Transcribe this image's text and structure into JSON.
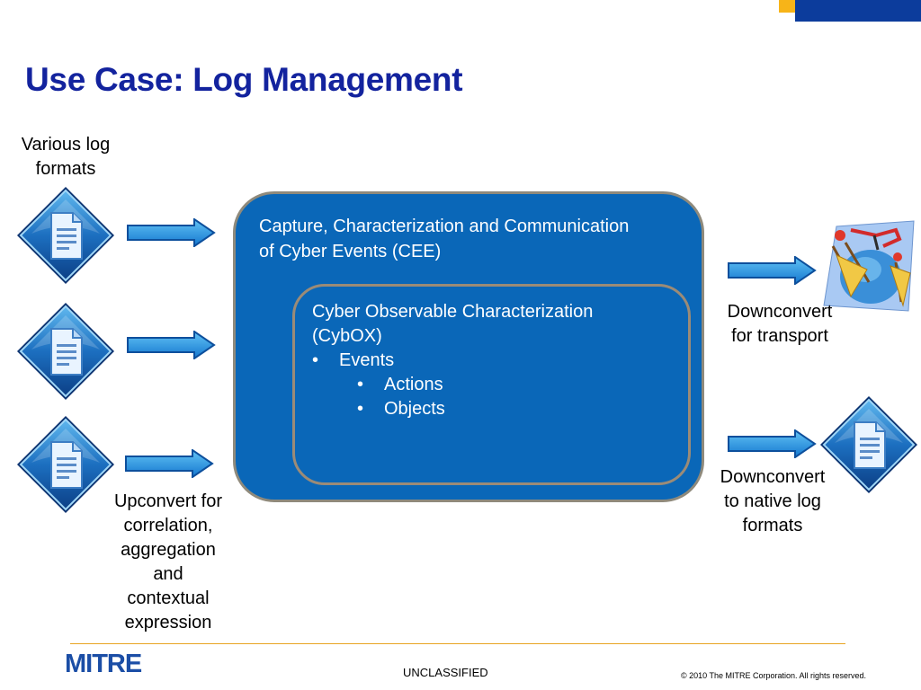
{
  "colors": {
    "title": "#13239e",
    "cee_fill": "#0a67b8",
    "box_border": "#8f8a7c",
    "arrow_fill": "#1a8ee0",
    "top_bar": "#0c3c9c",
    "top_accent": "#f7b418",
    "footer_line": "#e8a422"
  },
  "slide": {
    "title": "Use Case: Log Management"
  },
  "labels": {
    "various_formats_line1": "Various log",
    "various_formats_line2": "formats",
    "upconvert_lines": [
      "Upconvert for",
      "correlation,",
      "aggregation",
      "and",
      "contextual",
      "expression"
    ],
    "downconvert_transport_line1": "Downconvert",
    "downconvert_transport_line2": "for transport",
    "downconvert_native_line1": "Downconvert",
    "downconvert_native_line2": "to native log",
    "downconvert_native_line3": "formats"
  },
  "cee": {
    "title_line1": "Capture, Characterization and Communication",
    "title_line2": "of Cyber Events (CEE)"
  },
  "cybox": {
    "title_line1": "Cyber Observable Characterization",
    "title_line2": "(CybOX)",
    "bullet_char": "•",
    "level1": "Events",
    "level2": [
      "Actions",
      "Objects"
    ]
  },
  "icons": {
    "log_document": "document-diamond-icon",
    "transport": "transport-clipart-icon",
    "arrow": "right-arrow-icon"
  },
  "footer": {
    "logo": "MITRE",
    "classification": "UNCLASSIFIED",
    "copyright": "© 2010 The MITRE Corporation. All rights reserved."
  }
}
